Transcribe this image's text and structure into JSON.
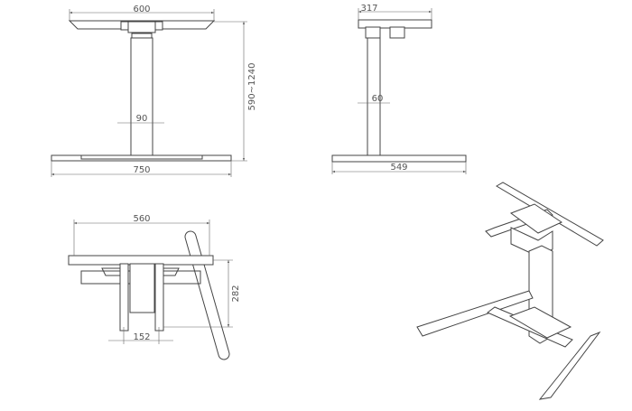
{
  "front_view": {
    "top_width": "600",
    "height_range": "590~1240",
    "column_width": "90",
    "base_width": "750"
  },
  "side_view": {
    "top_depth": "317",
    "column_depth": "60",
    "base_depth": "549"
  },
  "bottom_view": {
    "leg_spacing": "560",
    "plate_height": "282",
    "bracket_spacing": "152"
  }
}
